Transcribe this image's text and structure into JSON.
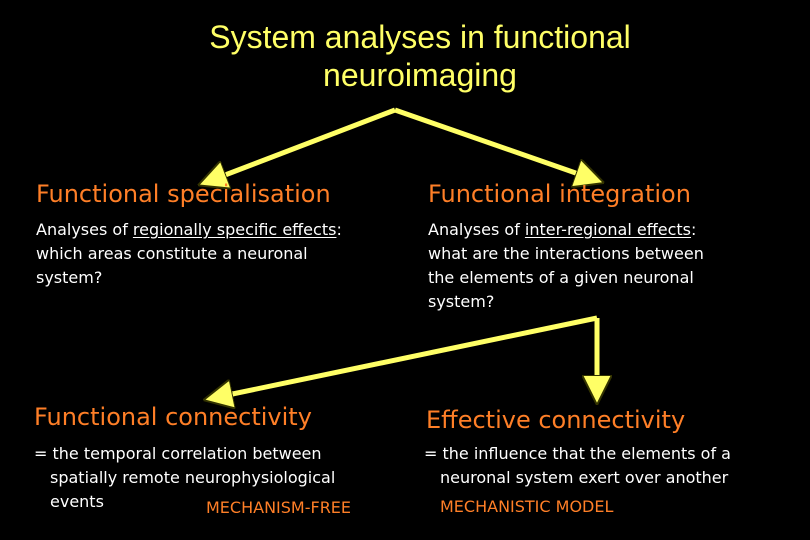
{
  "title": "System analyses in functional neuroimaging",
  "colors": {
    "title": "#FFFF66",
    "heading": "#FF7F27",
    "text": "#FFFFFF",
    "arrow": "#FFFF66",
    "background": "#000000"
  },
  "top_left": {
    "heading": "Functional specialisation",
    "prefix": "Analyses of ",
    "underlined": "regionally specific effects",
    "suffix": ":",
    "lines": [
      "which areas constitute a neuronal",
      "system?"
    ]
  },
  "top_right": {
    "heading": "Functional integration",
    "prefix": "Analyses of ",
    "underlined": "inter-regional effects",
    "suffix": ":",
    "lines": [
      "what are the interactions between",
      "the elements of a given neuronal",
      "system?"
    ]
  },
  "bottom_left": {
    "heading": "Functional connectivity",
    "description": "= the temporal correlation between spatially remote neurophysiological events",
    "tag": "MECHANISM-FREE"
  },
  "bottom_right": {
    "heading": "Effective connectivity",
    "description": "= the influence that the elements of a neuronal system exert over another",
    "tag": "MECHANISTIC MODEL"
  }
}
